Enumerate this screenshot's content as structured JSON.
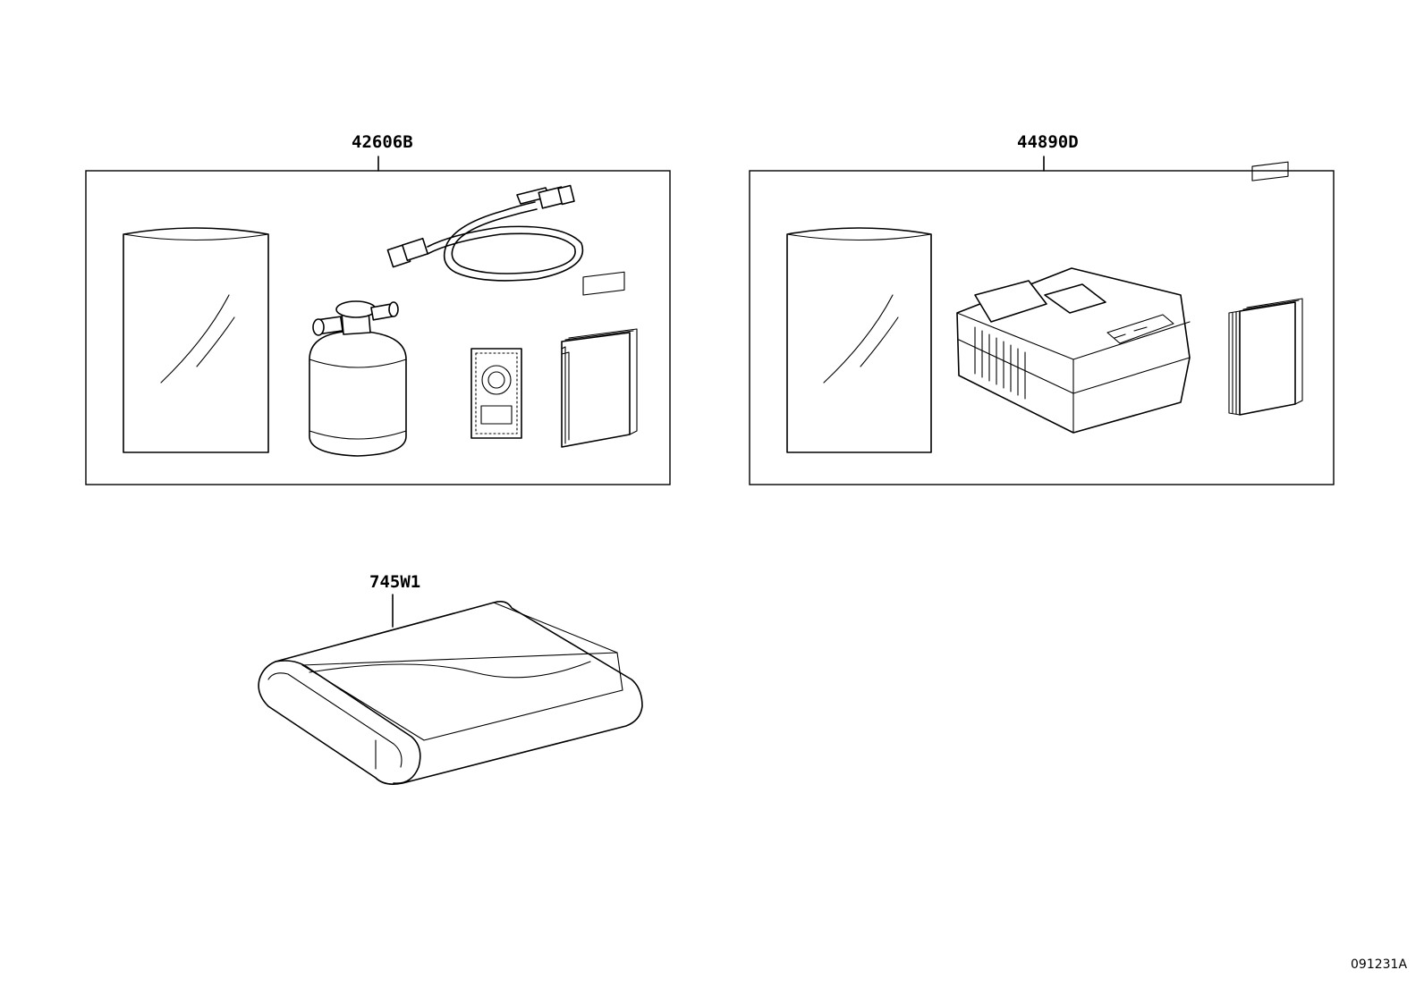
{
  "parts": [
    {
      "part_number": "42606B"
    },
    {
      "part_number": "44890D"
    },
    {
      "part_number": "745W1"
    }
  ],
  "diagram_id": "091231A"
}
